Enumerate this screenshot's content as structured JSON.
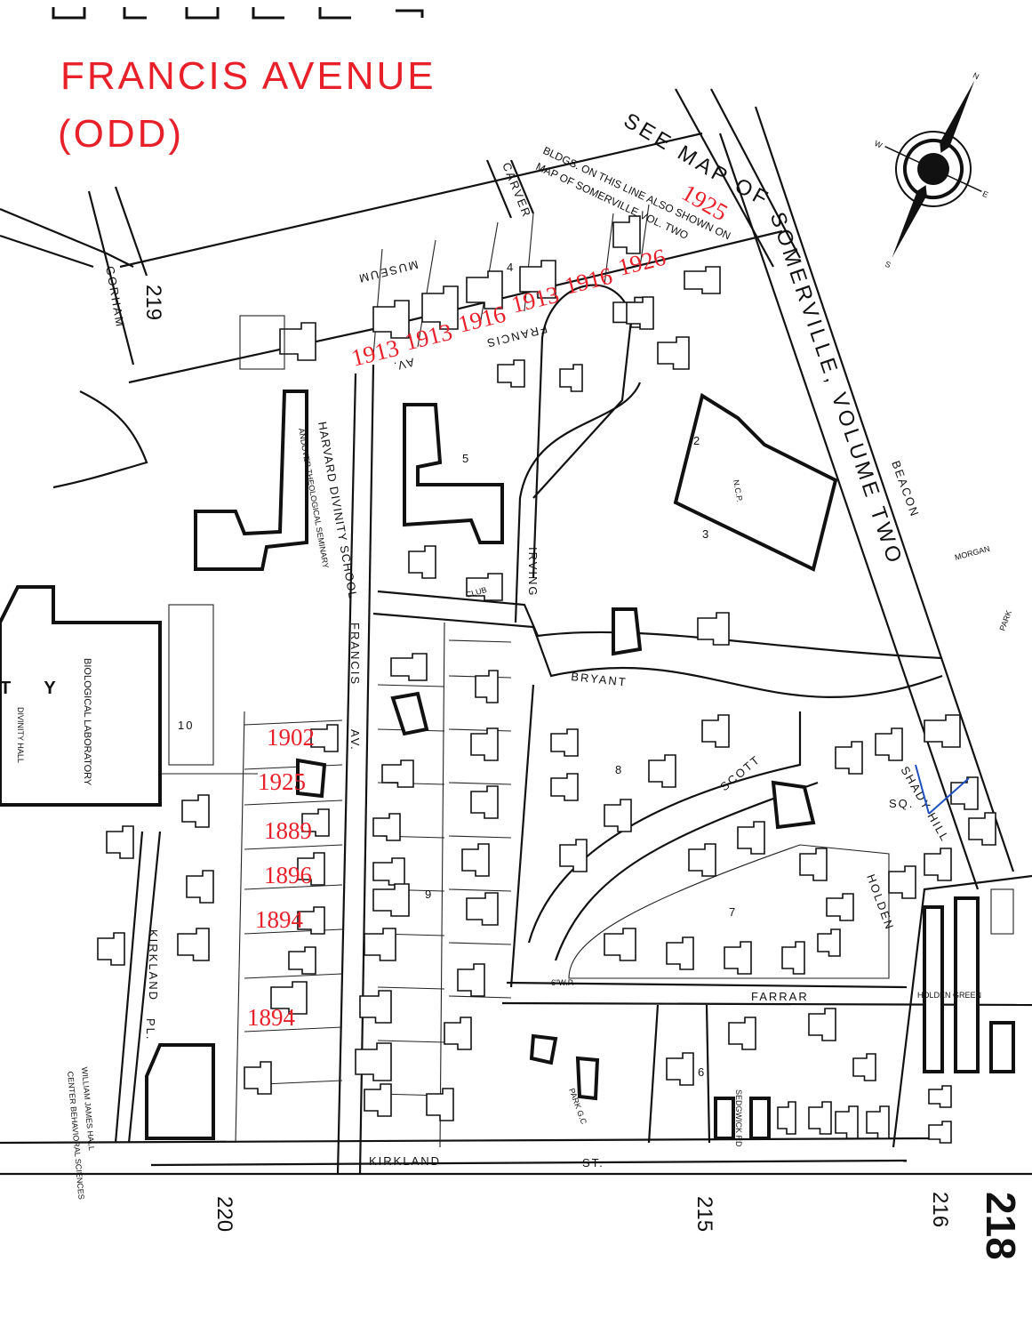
{
  "annotation": {
    "title_line1": "FRANCIS AVENUE",
    "title_line2": "(ODD)",
    "color": "#e8202a"
  },
  "years_top": [
    "1913",
    "1913",
    "1916",
    "1913",
    "1916",
    "1926",
    "1925"
  ],
  "years_side": [
    "1902",
    "1925",
    "1889",
    "1896",
    "1894",
    "1894"
  ],
  "streets": {
    "museum": "MUSEUM",
    "gorham": "GORHAM",
    "carver": "CARVER",
    "francis_top": "FRANCIS",
    "av_top": "AV.",
    "francis": "FRANCIS",
    "av": "AV.",
    "irving": "IRVING",
    "bryant": "BRYANT",
    "scott": "SCOTT",
    "beacon": "BEACON",
    "morgan": "MORGAN",
    "park": "PARK",
    "holden": "HOLDEN",
    "farrar": "FARRAR",
    "kirkland": "KIRKLAND",
    "kirkland_st": "ST.",
    "kirkland_pl": "KIRKLAND",
    "pl": "PL.",
    "park_gc": "PARK G.C",
    "sedgwick": "SEDGWICK RD",
    "shady_hill": "SHADY HILL",
    "sq": "SQ.",
    "holden_green": "HOLDEN GREEN",
    "swp": "6\"W.P."
  },
  "notes": {
    "see_map": "SEE MAP OF SOMERVILLE, VOLUME TWO",
    "bldgs_line1": "BLDGS. ON THIS LINE ALSO SHOWN ON",
    "bldgs_line2": "MAP OF SOMERVILLE VOL. TWO",
    "divinity_school": "HARVARD DIVINITY SCHOOL",
    "andover": "ANDOVER THEOLOGICAL SEMINARY",
    "divinity_hall": "DIVINITY HALL",
    "bio_lab": "BIOLOGICAL LABORATORY",
    "james_hall": "WILLIAM JAMES HALL",
    "james_hall2": "CENTER BEHAVIORAL SCIENCES",
    "club": "CLUB",
    "ty": "T Y",
    "np": "N.C.P."
  },
  "blocks": [
    "2",
    "3",
    "4",
    "5",
    "6",
    "7",
    "8",
    "9",
    "10"
  ],
  "page_numbers": {
    "p219": "219",
    "p220": "220",
    "p215": "215",
    "p216": "216",
    "p218": "218"
  },
  "compass": {
    "n": "N",
    "s": "S",
    "e": "E",
    "w": "W"
  }
}
